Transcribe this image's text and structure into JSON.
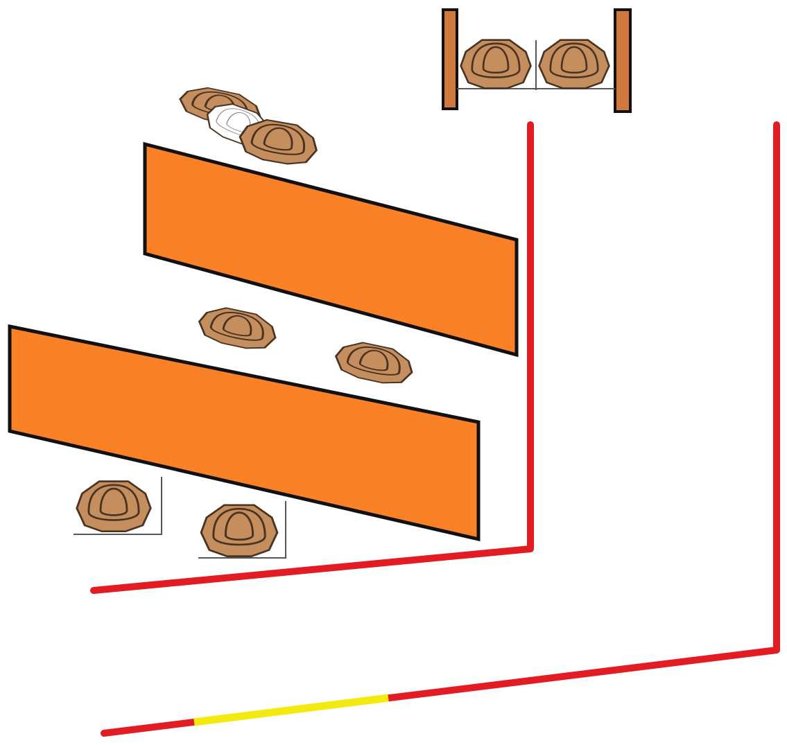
{
  "colors": {
    "background": "#ffffff",
    "fault_line": "#e31b23",
    "start_box": "#f5ea10",
    "barricade_fill": "#fb8127",
    "barricade_edge": "#111111",
    "target_fill": "#c58e5f",
    "target_outline": "#4a3320",
    "stand_frame": "#111111",
    "stand_post": "#d1793d"
  },
  "stage_elements": {
    "barricades": 2,
    "steel_targets": 8,
    "fault_lines": 2,
    "start_positions": 1,
    "target_stands": 1
  },
  "icons": [
    "barricade-icon",
    "steel-target-icon",
    "fault-line-icon",
    "start-box-icon",
    "target-stand-icon"
  ]
}
